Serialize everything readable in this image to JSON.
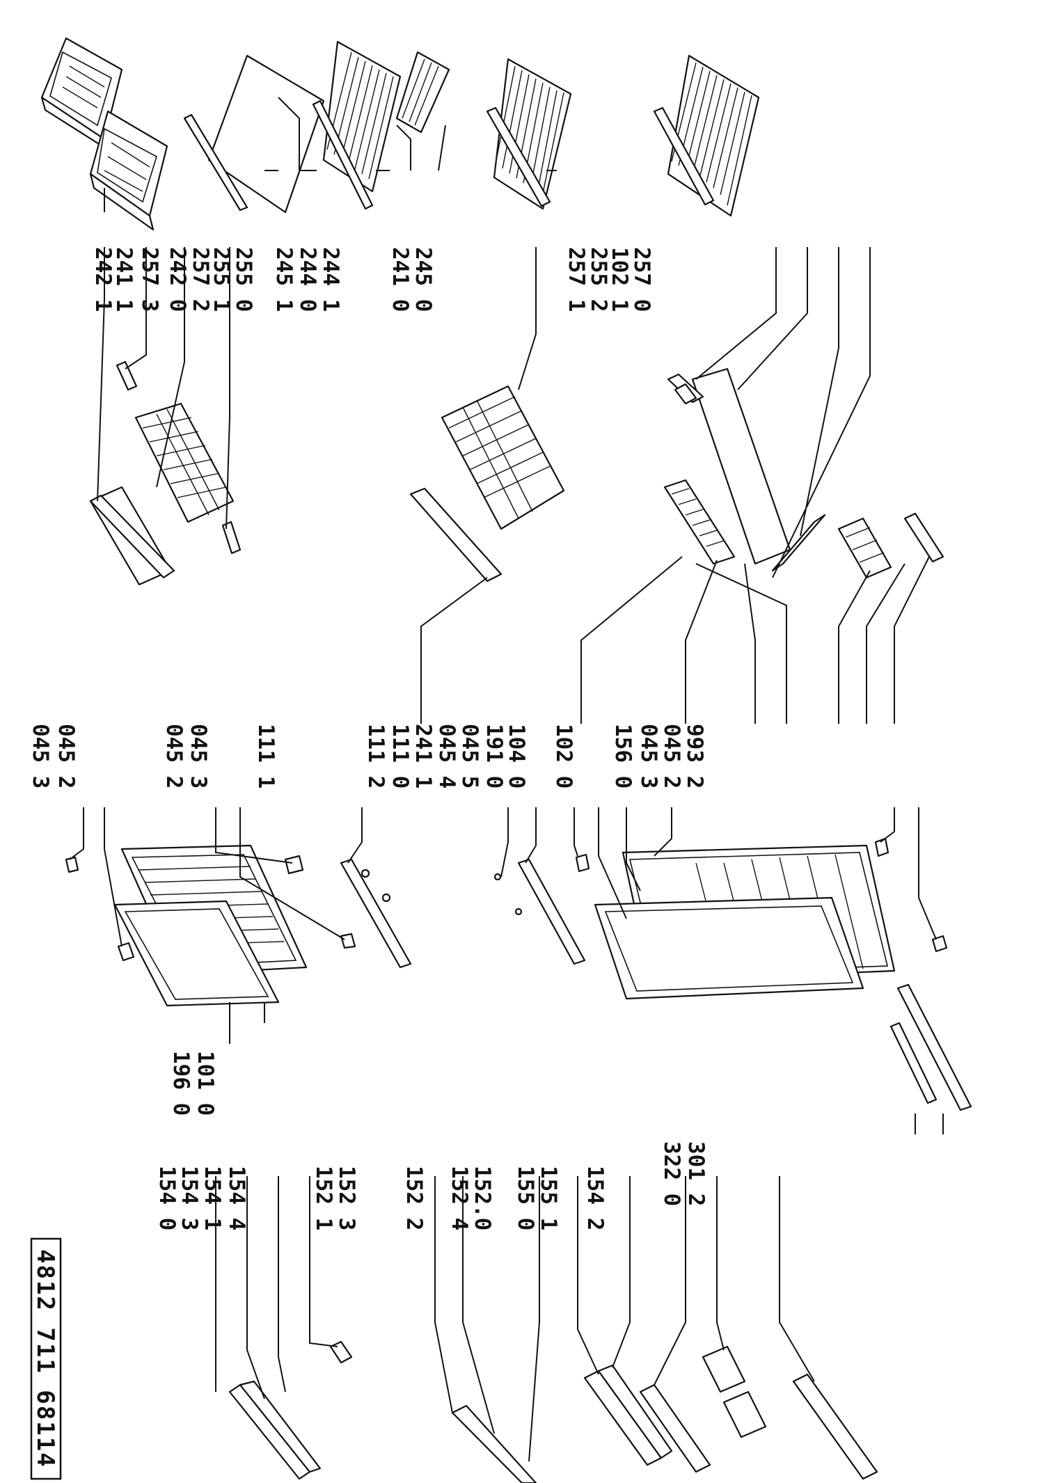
{
  "document": {
    "reference_number": "4812  711  68114"
  },
  "labels": [
    {
      "id": "2421",
      "text": "242 1"
    },
    {
      "id": "2411a",
      "text": "241 1"
    },
    {
      "id": "2573",
      "text": "257 3"
    },
    {
      "id": "2420",
      "text": "242 0"
    },
    {
      "id": "2572",
      "text": "257 2"
    },
    {
      "id": "2551",
      "text": "255 1"
    },
    {
      "id": "2550",
      "text": "255 0"
    },
    {
      "id": "2451",
      "text": "245 1"
    },
    {
      "id": "2440",
      "text": "244 0"
    },
    {
      "id": "2441",
      "text": "244 1"
    },
    {
      "id": "2410",
      "text": "241 0"
    },
    {
      "id": "2450",
      "text": "245 0"
    },
    {
      "id": "2571",
      "text": "257 1"
    },
    {
      "id": "2552",
      "text": "255 2"
    },
    {
      "id": "1021",
      "text": "102 1"
    },
    {
      "id": "2570",
      "text": "257 0"
    },
    {
      "id": "0453a",
      "text": "045 3"
    },
    {
      "id": "0452a",
      "text": "045 2"
    },
    {
      "id": "0452b",
      "text": "045 2"
    },
    {
      "id": "0453b",
      "text": "045 3"
    },
    {
      "id": "1111",
      "text": "111 1"
    },
    {
      "id": "1112",
      "text": "111 2"
    },
    {
      "id": "1110",
      "text": "111 0"
    },
    {
      "id": "2411b",
      "text": "241 1"
    },
    {
      "id": "0454",
      "text": "045 4"
    },
    {
      "id": "0455",
      "text": "045 5"
    },
    {
      "id": "1910",
      "text": "191 0"
    },
    {
      "id": "1040",
      "text": "104 0"
    },
    {
      "id": "1020",
      "text": "102 0"
    },
    {
      "id": "1560",
      "text": "156 0"
    },
    {
      "id": "0453c",
      "text": "045 3"
    },
    {
      "id": "0452c",
      "text": "045 2"
    },
    {
      "id": "9932",
      "text": "993 2"
    },
    {
      "id": "1960",
      "text": "196 0"
    },
    {
      "id": "1010",
      "text": "101 0"
    },
    {
      "id": "1540",
      "text": "154 0"
    },
    {
      "id": "1543",
      "text": "154 3"
    },
    {
      "id": "1541",
      "text": "154 1"
    },
    {
      "id": "1544",
      "text": "154 4"
    },
    {
      "id": "1521",
      "text": "152 1"
    },
    {
      "id": "1523",
      "text": "152 3"
    },
    {
      "id": "1522",
      "text": "152 2"
    },
    {
      "id": "1524",
      "text": "152 4"
    },
    {
      "id": "15200",
      "text": "152.0"
    },
    {
      "id": "1550",
      "text": "155 0"
    },
    {
      "id": "1551",
      "text": "155 1"
    },
    {
      "id": "1542",
      "text": "154 2"
    },
    {
      "id": "3220",
      "text": "322 0"
    },
    {
      "id": "3012",
      "text": "301 2"
    }
  ]
}
